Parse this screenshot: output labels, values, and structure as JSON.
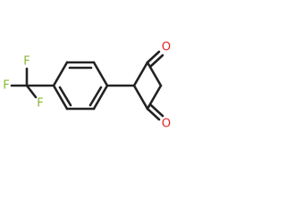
{
  "molecule": {
    "atoms": {
      "fluorine_top": "F",
      "fluorine_left": "F",
      "fluorine_bottom": "F",
      "oxygen_top": "O",
      "oxygen_bottom": "O"
    },
    "colors": {
      "bond": "#222222",
      "fluorine": "#8ab832",
      "oxygen": "#e8231f",
      "background": "#ffffff"
    }
  }
}
